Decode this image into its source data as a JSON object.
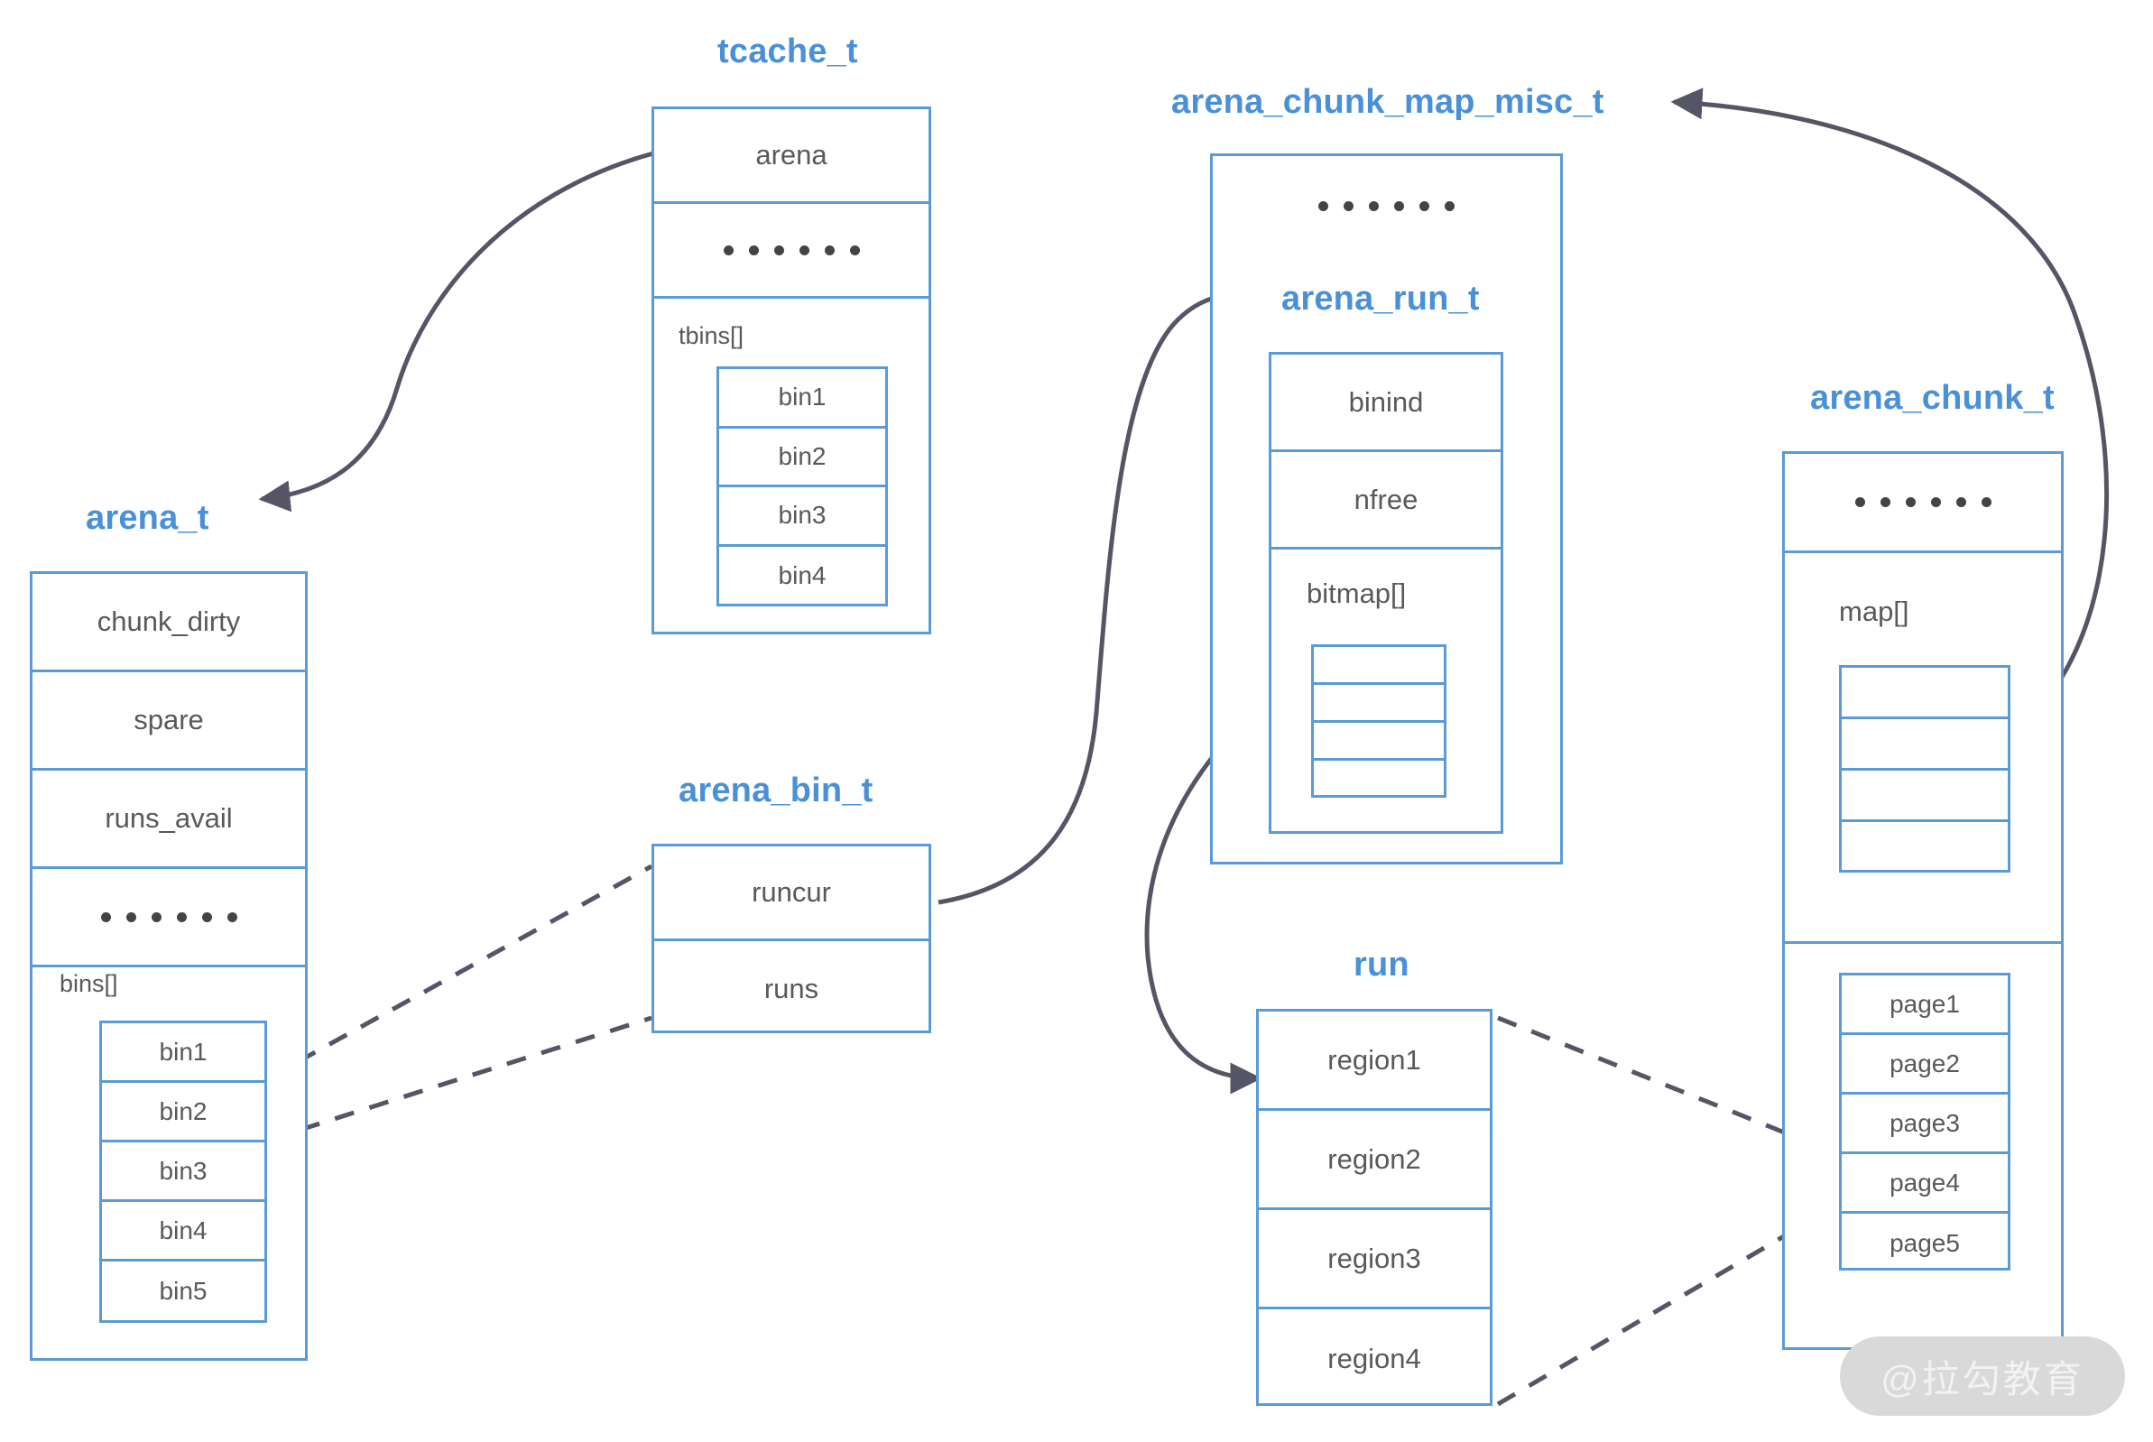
{
  "diagram": {
    "title_color": "#4a90d9",
    "border_color": "#5b9bd5",
    "text_color": "#595959",
    "link_color": "#555566",
    "watermark": "@拉勾教育"
  },
  "structs": {
    "tcache_t": {
      "title": "tcache_t",
      "fields": [
        {
          "label": "arena"
        },
        {
          "label": "......"
        },
        {
          "label": "tbins[]"
        }
      ],
      "tbins": [
        "bin1",
        "bin2",
        "bin3",
        "bin4"
      ]
    },
    "arena_t": {
      "title": "arena_t",
      "fields": [
        {
          "label": "chunk_dirty"
        },
        {
          "label": "spare"
        },
        {
          "label": "runs_avail"
        },
        {
          "label": "......"
        },
        {
          "label": "bins[]"
        }
      ],
      "bins": [
        "bin1",
        "bin2",
        "bin3",
        "bin4",
        "bin5"
      ]
    },
    "arena_bin_t": {
      "title": "arena_bin_t",
      "fields": [
        {
          "label": "runcur"
        },
        {
          "label": "runs"
        }
      ]
    },
    "arena_chunk_map_misc_t": {
      "title": "arena_chunk_map_misc_t",
      "fields": [
        {
          "label": "......"
        }
      ]
    },
    "arena_run_t": {
      "title": "arena_run_t",
      "fields": [
        {
          "label": "binind"
        },
        {
          "label": "nfree"
        },
        {
          "label": "bitmap[]"
        }
      ],
      "bitmap_cells": [
        "",
        "",
        "",
        ""
      ]
    },
    "run": {
      "title": "run",
      "regions": [
        "region1",
        "region2",
        "region3",
        "region4"
      ]
    },
    "arena_chunk_t": {
      "title": "arena_chunk_t",
      "fields": [
        {
          "label": "......"
        },
        {
          "label": "map[]"
        }
      ],
      "map_cells": [
        "",
        "",
        "",
        ""
      ],
      "pages": [
        "page1",
        "page2",
        "page3",
        "page4",
        "page5"
      ]
    }
  }
}
